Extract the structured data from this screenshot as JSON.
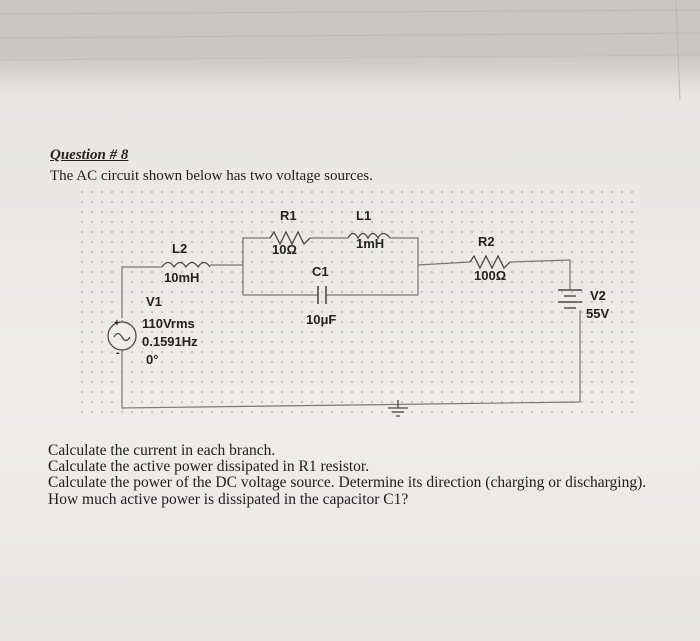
{
  "question": {
    "title": "Question # 8",
    "intro": "The AC circuit shown below has two voltage sources."
  },
  "circuit": {
    "r1_name": "R1",
    "r1_value": "10Ω",
    "l1_name": "L1",
    "l1_value": "1mH",
    "l2_name": "L2",
    "l2_value": "10mH",
    "c1_name": "C1",
    "c1_value": "10μF",
    "r2_name": "R2",
    "r2_value": "100Ω",
    "v1_name": "V1",
    "v1_amplitude": "110Vrms",
    "v1_frequency": "0.1591Hz",
    "v1_phase": "0°",
    "v2_name": "V2",
    "v2_value": "55V"
  },
  "tasks": [
    "Calculate the current in each branch.",
    "Calculate the active power dissipated in R1 resistor.",
    "Calculate the power of the DC voltage source. Determine its direction (charging or discharging).",
    "How much active power is dissipated in the capacitor C1?"
  ]
}
